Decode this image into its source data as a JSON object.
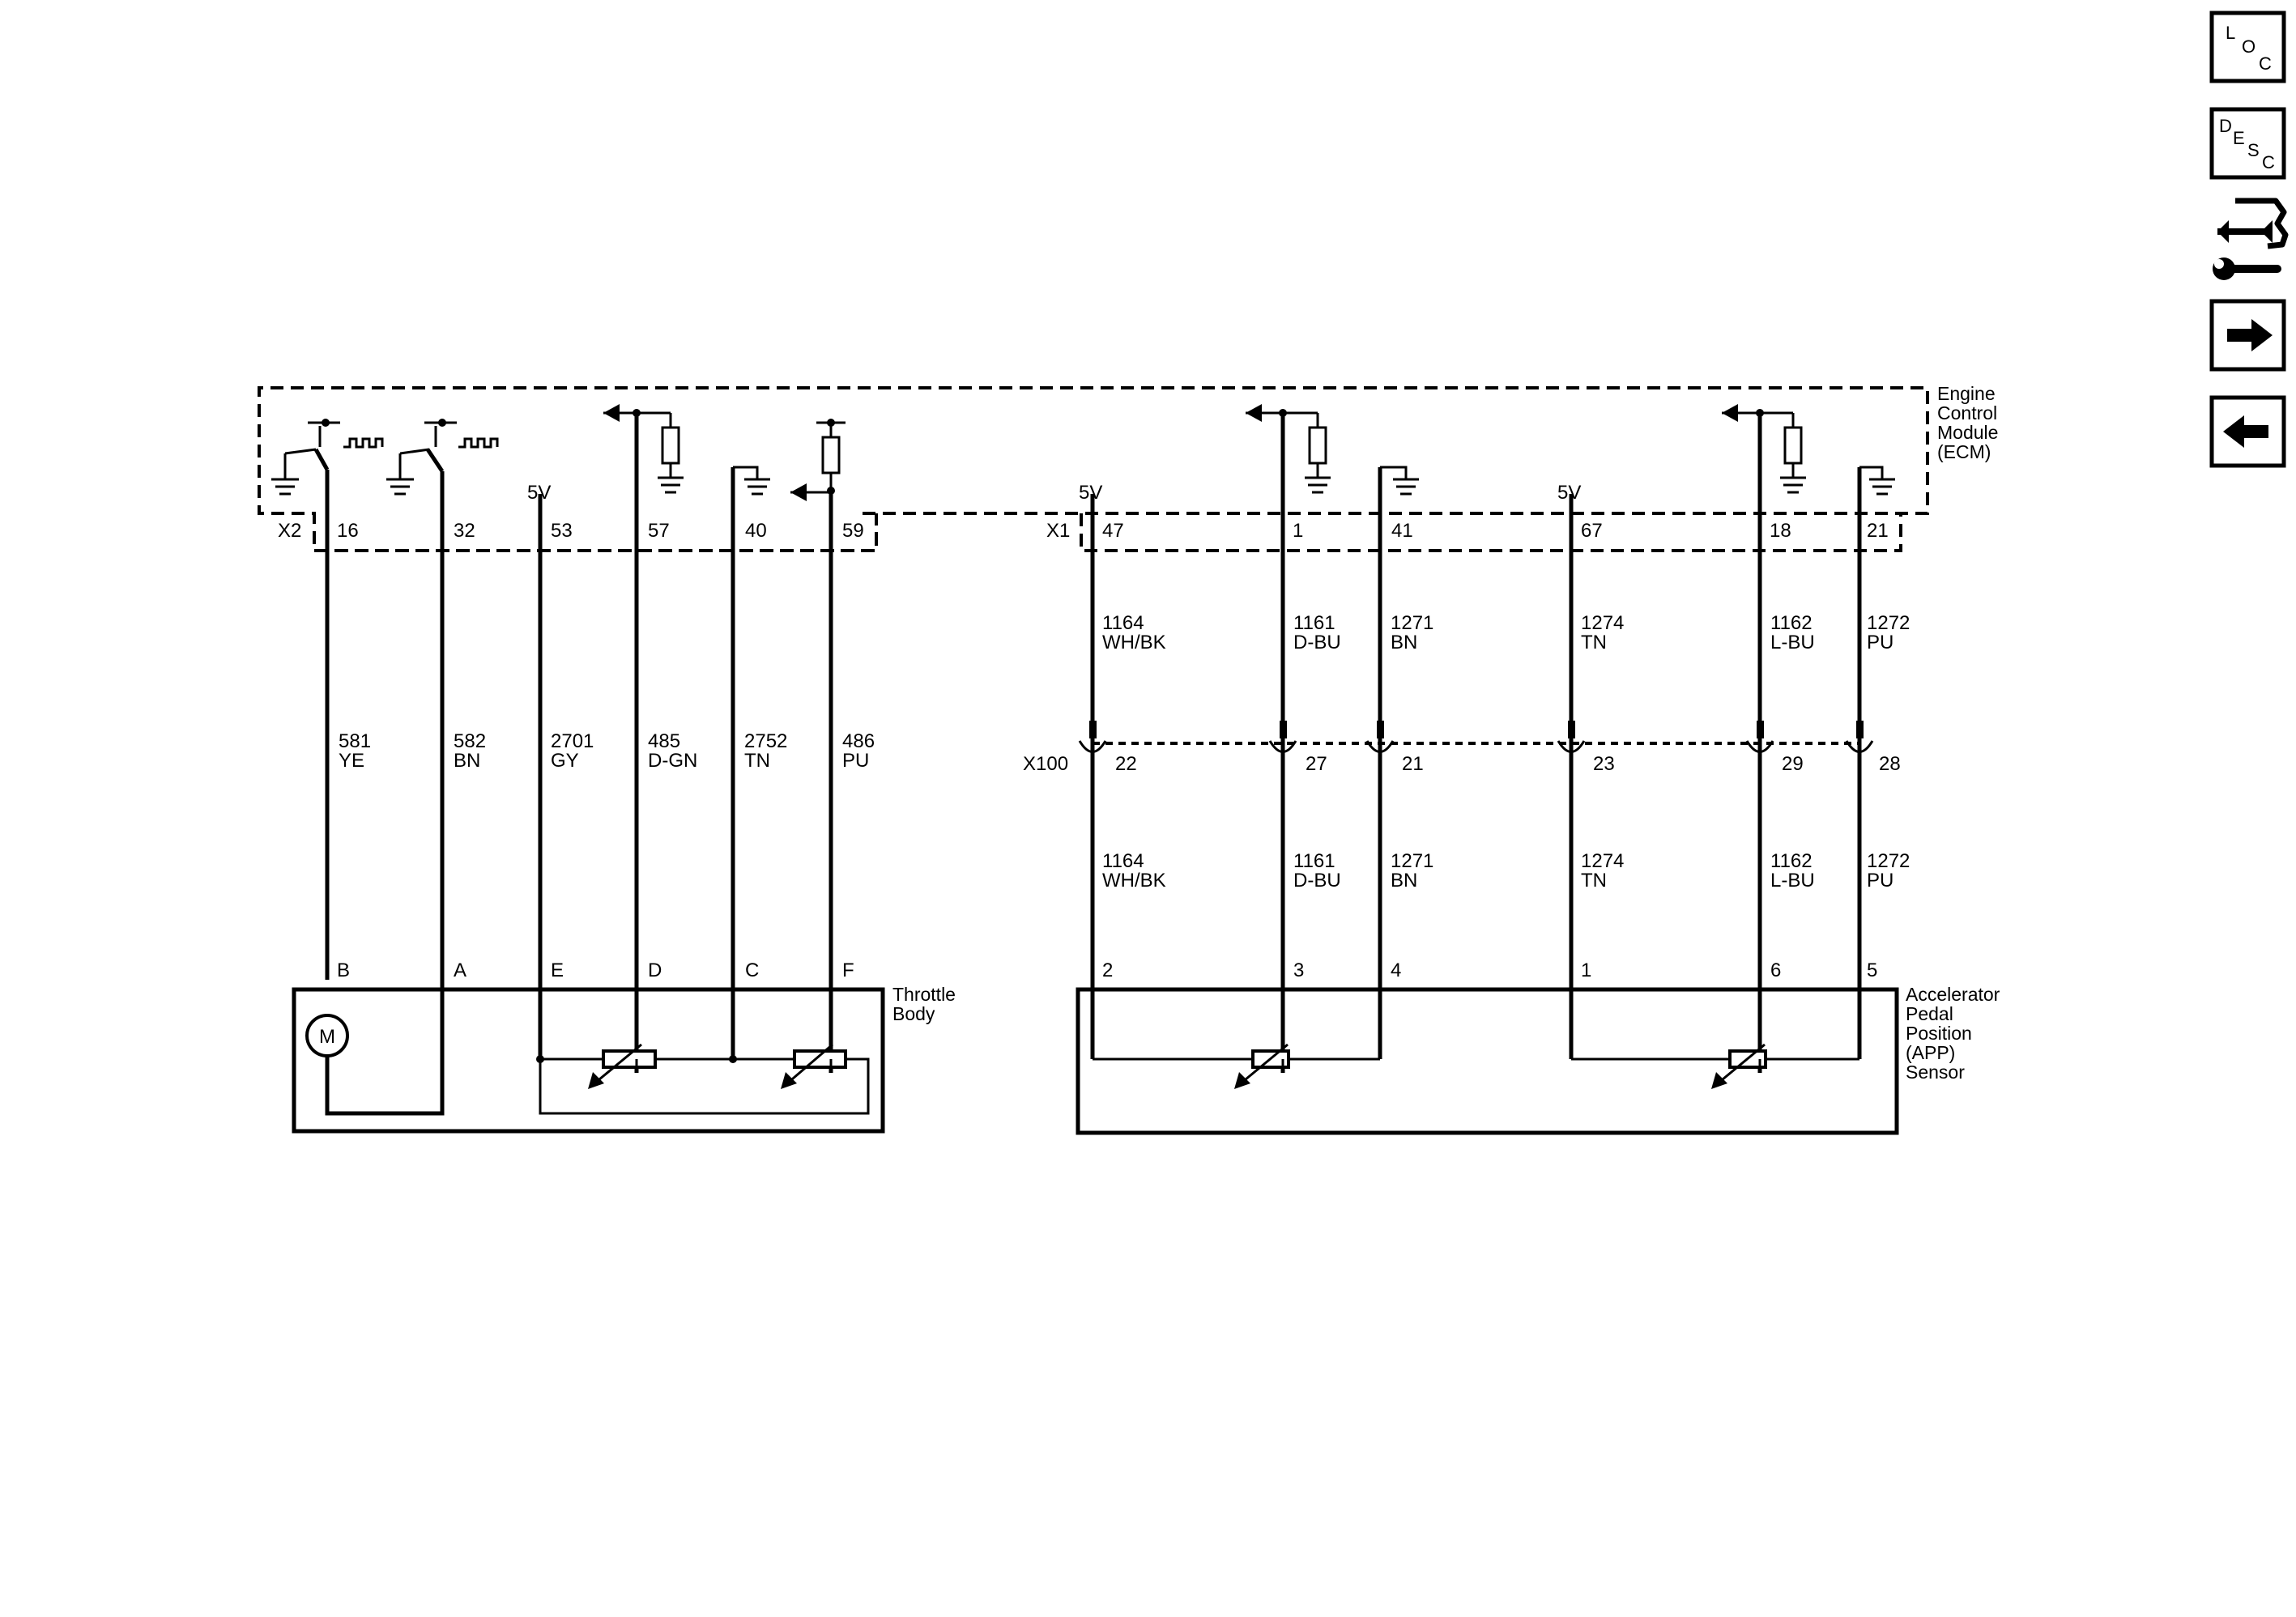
{
  "ecm": {
    "label": [
      "Engine",
      "Control",
      "Module",
      "(ECM)"
    ]
  },
  "throttle_body": {
    "label": [
      "Throttle",
      "Body"
    ]
  },
  "app_sensor": {
    "label": [
      "Accelerator",
      "Pedal",
      "Position",
      "(APP)",
      "Sensor"
    ]
  },
  "connectors": {
    "x2": "X2",
    "x1": "X1",
    "x100": "X100"
  },
  "voltage": {
    "five_volt": "5V"
  },
  "motor": {
    "symbol": "M"
  },
  "x2_pins": [
    "16",
    "32",
    "53",
    "57",
    "40",
    "59"
  ],
  "x2_wires": [
    {
      "circuit": "581",
      "color": "YE"
    },
    {
      "circuit": "582",
      "color": "BN"
    },
    {
      "circuit": "2701",
      "color": "GY"
    },
    {
      "circuit": "485",
      "color": "D-GN"
    },
    {
      "circuit": "2752",
      "color": "TN"
    },
    {
      "circuit": "486",
      "color": "PU"
    }
  ],
  "throttle_pins": [
    "B",
    "A",
    "E",
    "D",
    "C",
    "F"
  ],
  "x1_pins": [
    "47",
    "1",
    "41",
    "67",
    "18",
    "21"
  ],
  "x1_wires": [
    {
      "circuit": "1164",
      "color": "WH/BK"
    },
    {
      "circuit": "1161",
      "color": "D-BU"
    },
    {
      "circuit": "1271",
      "color": "BN"
    },
    {
      "circuit": "1274",
      "color": "TN"
    },
    {
      "circuit": "1162",
      "color": "L-BU"
    },
    {
      "circuit": "1272",
      "color": "PU"
    }
  ],
  "x100_pins": [
    "22",
    "27",
    "21",
    "23",
    "29",
    "28"
  ],
  "x100_wires": [
    {
      "circuit": "1164",
      "color": "WH/BK"
    },
    {
      "circuit": "1161",
      "color": "D-BU"
    },
    {
      "circuit": "1271",
      "color": "BN"
    },
    {
      "circuit": "1274",
      "color": "TN"
    },
    {
      "circuit": "1162",
      "color": "L-BU"
    },
    {
      "circuit": "1272",
      "color": "PU"
    }
  ],
  "app_pins": [
    "2",
    "3",
    "4",
    "1",
    "6",
    "5"
  ],
  "nav": {
    "loc": {
      "l": "L",
      "o": "O",
      "c": "C"
    },
    "desc": {
      "d": "D",
      "e": "E",
      "s": "S",
      "c": "C"
    },
    "tools": "tools-icon",
    "next": "arrow-right-icon",
    "prev": "arrow-left-icon"
  }
}
